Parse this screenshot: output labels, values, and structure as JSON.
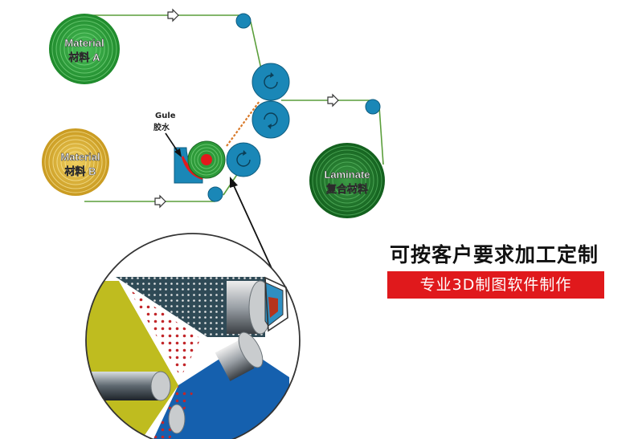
{
  "labels": {
    "material_a_en": "Material",
    "material_a_cn": "材料 A",
    "material_b_en": "Material",
    "material_b_cn": "材料 B",
    "glue_en": "Gule",
    "glue_cn": "胶水",
    "laminate_en": "Laminate",
    "laminate_cn": "复合材料"
  },
  "headline": "可按客户要求加工定制",
  "subbanner": "专业3D制图软件制作",
  "colors": {
    "roll_a": "#2e9a3a",
    "roll_b": "#d9b340",
    "roll_laminate": "#1f7a2c",
    "rollers": "#1a87b7",
    "web_line": "#5a9e3a",
    "glue_core": "#e3191c",
    "banner_red": "#e0191c",
    "detail_blue": "#1560ae",
    "detail_yellow": "#bfbc1f"
  },
  "icons": [
    "arrow-right-icon",
    "rotate-icon"
  ]
}
